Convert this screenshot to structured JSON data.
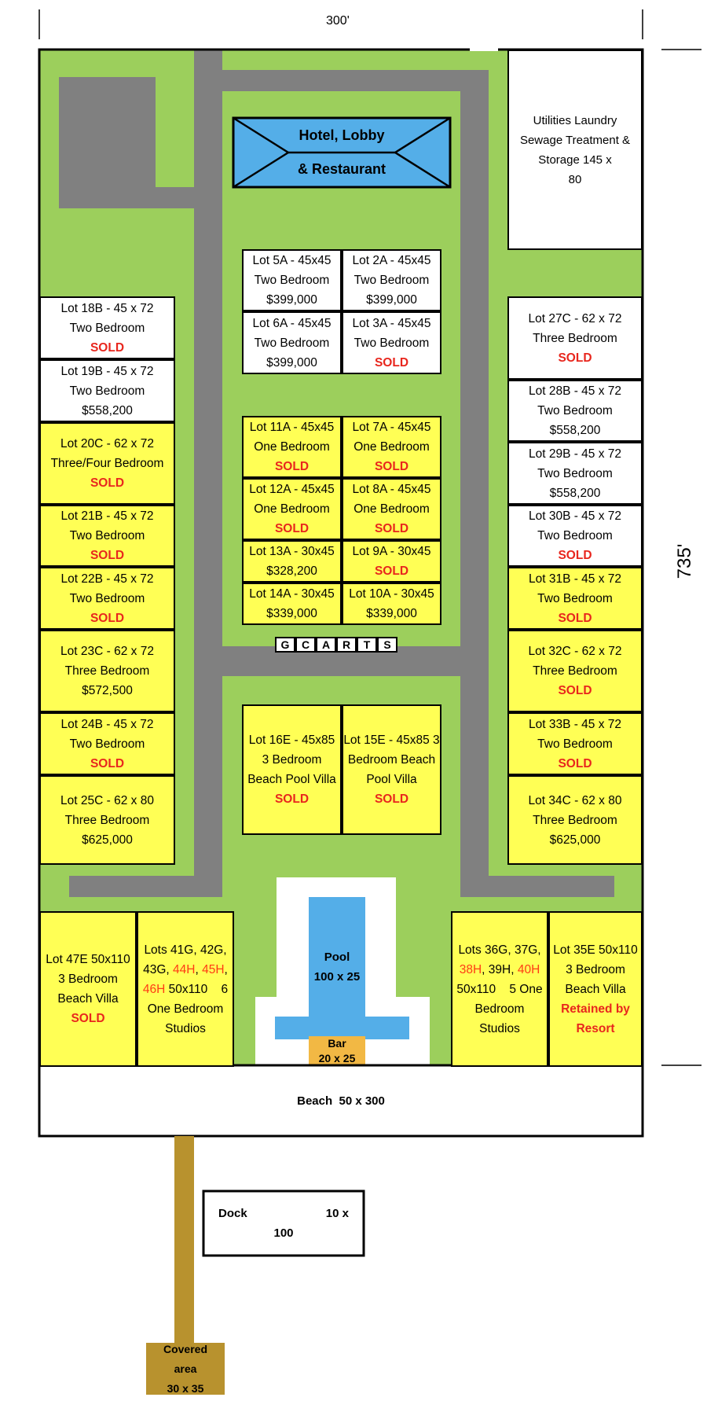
{
  "dimensions": {
    "width": "300'",
    "length": "735'"
  },
  "hotel": {
    "line1": "Hotel, Lobby",
    "line2": "& Restaurant"
  },
  "utilities": {
    "lines": [
      "Utilities      Laundry",
      "Sewage Treatment &",
      "Storage          145 x",
      "80"
    ]
  },
  "carts_letters": [
    "G",
    "C",
    "A",
    "R",
    "T",
    "S"
  ],
  "lots": {
    "l18B": [
      "Lot 18B - 45 x 72",
      "Two Bedroom",
      "SOLD"
    ],
    "l19B": [
      "Lot 19B - 45 x 72",
      "Two Bedroom",
      "$558,200"
    ],
    "l20C": [
      "Lot 20C - 62 x 72",
      "Three/Four Bedroom",
      "SOLD"
    ],
    "l21B": [
      "Lot 21B - 45 x 72",
      "Two Bedroom",
      "SOLD"
    ],
    "l22B": [
      "Lot 22B - 45 x 72",
      "Two Bedroom",
      "SOLD"
    ],
    "l23C": [
      "Lot 23C - 62 x 72",
      "Three Bedroom",
      "$572,500"
    ],
    "l24B": [
      "Lot 24B - 45 x 72",
      "Two Bedroom",
      "SOLD"
    ],
    "l25C": [
      "Lot 25C - 62 x 80",
      "Three Bedroom",
      "$625,000"
    ],
    "l5A": [
      "Lot 5A - 45x45",
      "Two Bedroom",
      "$399,000"
    ],
    "l2A": [
      "Lot 2A - 45x45",
      "Two Bedroom",
      "$399,000"
    ],
    "l6A": [
      "Lot 6A - 45x45",
      "Two Bedroom",
      "$399,000"
    ],
    "l3A": [
      "Lot 3A - 45x45",
      "Two Bedroom",
      "SOLD"
    ],
    "l11A": [
      "Lot 11A - 45x45",
      "One Bedroom",
      "SOLD"
    ],
    "l7A": [
      "Lot 7A - 45x45",
      "One Bedroom",
      "SOLD"
    ],
    "l12A": [
      "Lot 12A - 45x45",
      "One Bedroom",
      "SOLD"
    ],
    "l8A": [
      "Lot 8A - 45x45",
      "One Bedroom",
      "SOLD"
    ],
    "l13A": [
      "Lot 13A - 30x45",
      "$328,200"
    ],
    "l9A": [
      "Lot 9A - 30x45",
      "SOLD"
    ],
    "l14A": [
      "Lot 14A - 30x45",
      "$339,000"
    ],
    "l10A": [
      "Lot 10A - 30x45",
      "$339,000"
    ],
    "l16E": [
      "Lot 16E - 45x85",
      "3 Bedroom",
      "Beach Pool Villa",
      "SOLD"
    ],
    "l15E": [
      "Lot 15E - 45x85 3",
      "Bedroom Beach",
      "Pool Villa",
      "SOLD"
    ],
    "l27C": [
      "Lot 27C - 62 x 72",
      "Three Bedroom",
      "SOLD"
    ],
    "l28B": [
      "Lot 28B - 45 x 72",
      "Two Bedroom",
      "$558,200"
    ],
    "l29B": [
      "Lot 29B - 45 x 72",
      "Two Bedroom",
      "$558,200"
    ],
    "l30B": [
      "Lot 30B - 45 x 72",
      "Two Bedroom",
      "SOLD"
    ],
    "l31B": [
      "Lot 31B - 45 x 72",
      "Two Bedroom",
      "SOLD"
    ],
    "l32C": [
      "Lot 32C - 62 x 72",
      "Three Bedroom",
      "SOLD"
    ],
    "l33B": [
      "Lot 33B - 45 x 72",
      "Two Bedroom",
      "SOLD"
    ],
    "l34C": [
      "Lot 34C - 62 x 80",
      "Three Bedroom",
      "$625,000"
    ],
    "l47E": [
      "Lot 47E  50x110",
      "3 Bedroom",
      "Beach Villa",
      "SOLD"
    ],
    "l41G": {
      "a": "Lots 41G, 42G,",
      "b1": "43G, ",
      "b2": "44H",
      "b3": ", ",
      "b4": "45H",
      "b5": ",",
      "c1": "46H",
      "c2": " 50x110    6",
      "d": "One Bedroom",
      "e": "Studios"
    },
    "l36G": {
      "a": "Lots 36G, 37G,",
      "b1": "38H",
      "b2": ", 39H, ",
      "b3": "40H",
      "c": "50x110    5 One",
      "d": "Bedroom",
      "e": "Studios"
    },
    "l35E": [
      "Lot 35E  50x110",
      "3 Bedroom",
      "Beach Villa",
      "Retained by",
      "Resort"
    ]
  },
  "pool": {
    "line1": "Pool",
    "line2": "100 x 25"
  },
  "bar": {
    "line1": "Bar",
    "line2": "20 x 25"
  },
  "beach": "Beach  50 x 300",
  "dock": {
    "line1": "Dock                        10 x",
    "line2": "100"
  },
  "covered": {
    "line1": "Covered",
    "line2": "area",
    "line3": "30 x 35"
  },
  "colors": {
    "grass": "#9ccf5c",
    "road": "#808080",
    "lot_yellow": "#ffff55",
    "water": "#54aee8",
    "bar": "#f2b844",
    "pier": "#b8922e",
    "sold_red": "#e8261d"
  }
}
